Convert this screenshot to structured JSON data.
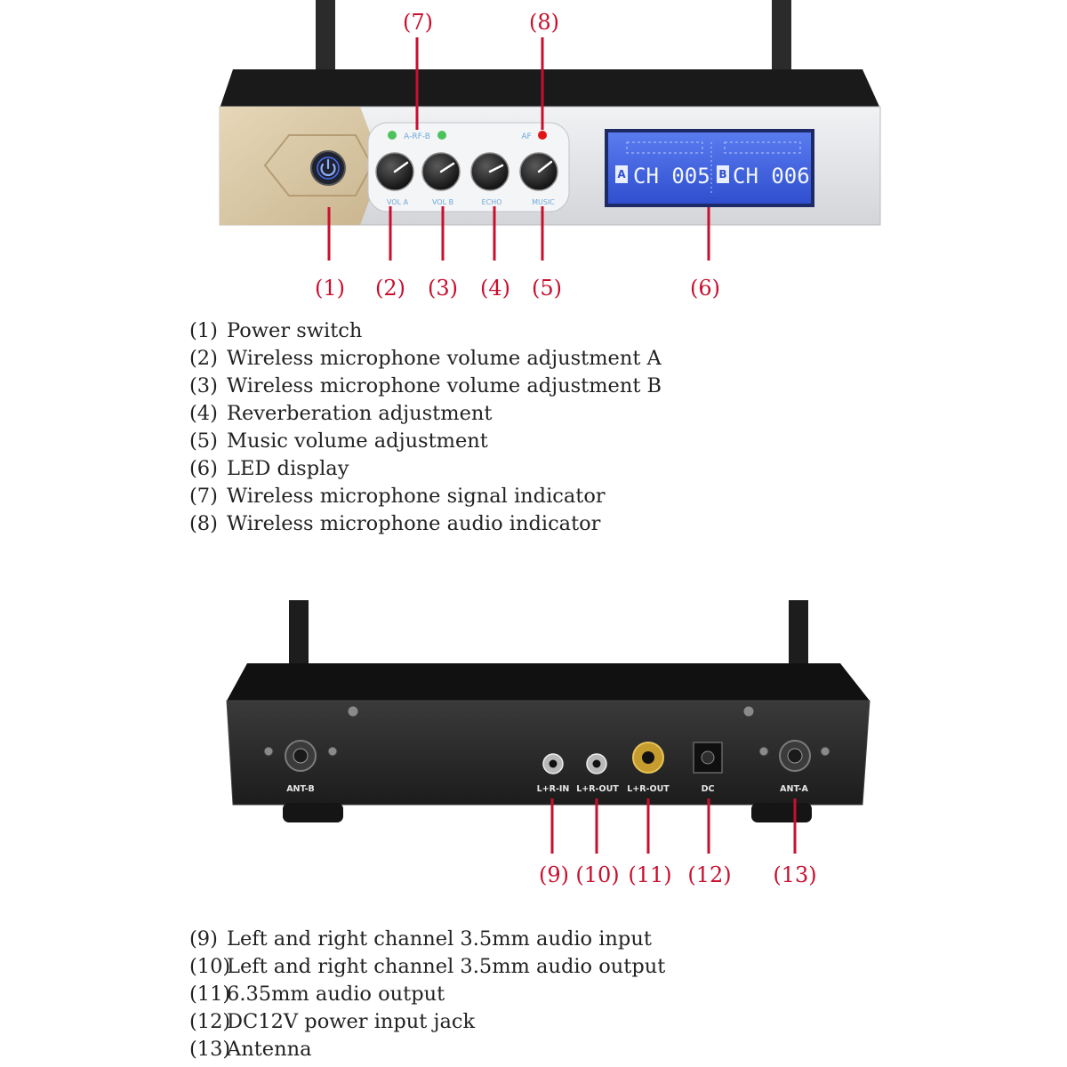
{
  "front": {
    "callouts": [
      "(1)",
      "(2)",
      "(3)",
      "(4)",
      "(5)",
      "(6)",
      "(7)",
      "(8)"
    ],
    "led_groups": [
      "A-RF-B",
      "AF"
    ],
    "knob_labels": [
      "VOL A",
      "VOL B",
      "ECHO",
      "MUSIC"
    ],
    "lcd": {
      "channel_a_tag": "A",
      "channel_a": "CH 005",
      "channel_b_tag": "B",
      "channel_b": "CH 006"
    },
    "legend": [
      {
        "num": "(1)",
        "text": "Power switch"
      },
      {
        "num": "(2)",
        "text": "Wireless microphone volume adjustment A"
      },
      {
        "num": "(3)",
        "text": "Wireless microphone volume adjustment B"
      },
      {
        "num": "(4)",
        "text": "Reverberation adjustment"
      },
      {
        "num": "(5)",
        "text": "Music volume adjustment"
      },
      {
        "num": "(6)",
        "text": "LED display"
      },
      {
        "num": "(7)",
        "text": "Wireless microphone signal indicator"
      },
      {
        "num": "(8)",
        "text": "Wireless microphone audio indicator"
      }
    ]
  },
  "rear": {
    "callouts": [
      "(9)",
      "(10)",
      "(11)",
      "(12)",
      "(13)"
    ],
    "port_labels": [
      "ANT-B",
      "L+R-IN",
      "L+R-OUT",
      "L+R-OUT",
      "DC",
      "ANT-A"
    ],
    "legend": [
      {
        "num": "(9)",
        "text": "Left and right channel 3.5mm audio input"
      },
      {
        "num": "(10)",
        "text": "Left and right channel 3.5mm audio output"
      },
      {
        "num": "(11)",
        "text": "6.35mm audio output"
      },
      {
        "num": "(12)",
        "text": "DC12V power input jack"
      },
      {
        "num": "(13)",
        "text": "Antenna"
      }
    ]
  },
  "colors": {
    "callout_red": "#c8102e",
    "gold_panel": "#d4c3a3",
    "silver_panel": "#e2e4e7",
    "lcd_blue": "#3d5fe0",
    "led_green": "#4cc25a",
    "led_red": "#e01515",
    "chassis_black": "#262626"
  }
}
